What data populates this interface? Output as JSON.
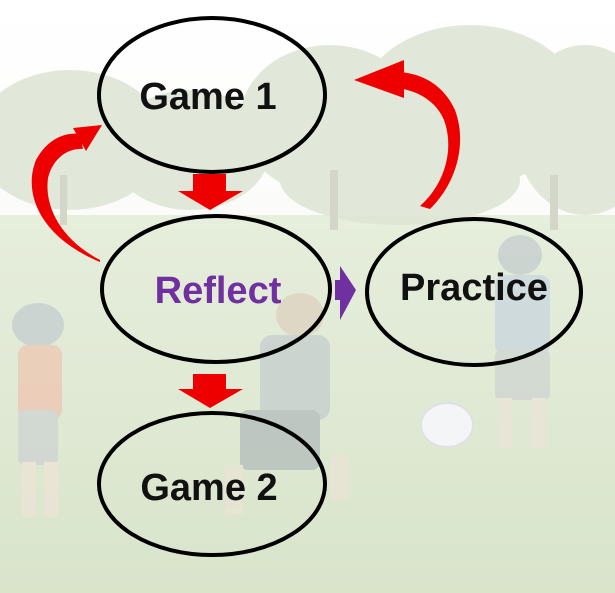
{
  "diagram": {
    "nodes": {
      "game1": {
        "label": "Game 1"
      },
      "reflect": {
        "label": "Reflect"
      },
      "practice": {
        "label": "Practice"
      },
      "game2": {
        "label": "Game 2"
      }
    },
    "colors": {
      "node_stroke": "#000000",
      "node_text": "#111111",
      "reflect_text": "#7030a0",
      "arrow_red": "#ee0000",
      "arrow_purple": "#7030a0"
    }
  }
}
